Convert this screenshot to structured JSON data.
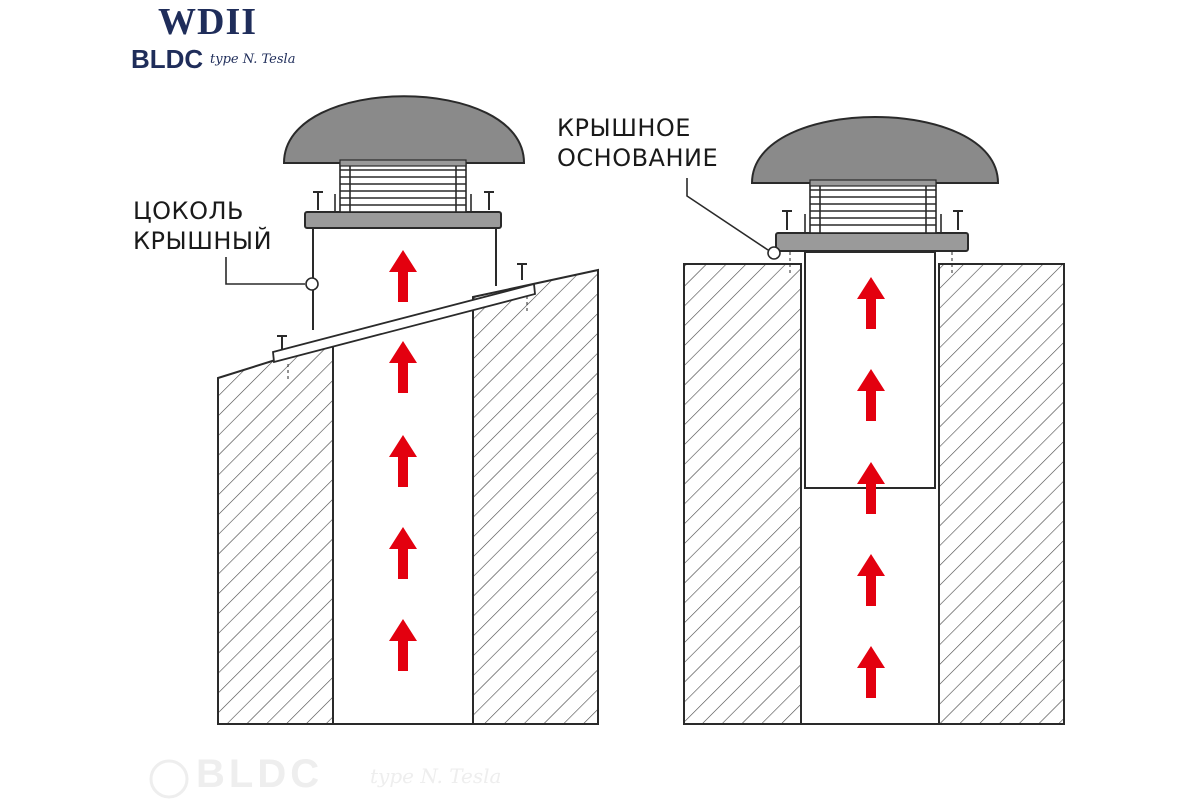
{
  "brand": {
    "title": "WDII",
    "subtitle": "BLDC",
    "script": "type N. Tesla"
  },
  "labels": {
    "left": [
      "ЦОКОЛЬ",
      "КРЫШНЫЙ"
    ],
    "right": [
      "КРЫШНОЕ",
      "ОСНОВАНИЕ"
    ]
  },
  "watermark": {
    "text": "BLDC",
    "script": "type N. Tesla"
  },
  "colors": {
    "arrow": "#e3000f",
    "fan": "#8a8a8a",
    "outline": "#2a2a2a",
    "brand": "#1f2d5a"
  }
}
